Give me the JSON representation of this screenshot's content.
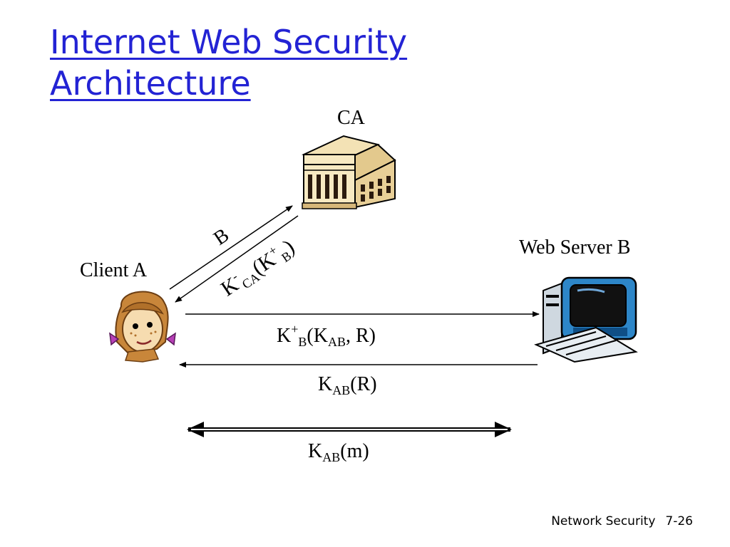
{
  "slide": {
    "title_line1": "Internet Web Security",
    "title_line2": "Architecture"
  },
  "actors": {
    "ca_label": "CA",
    "client_label": "Client  A",
    "server_label": "Web Server  B"
  },
  "messages": {
    "b_label": "B",
    "cert": {
      "k": "K",
      "minus": "-",
      "ca": "CA",
      "open": "(K",
      "plus": "+",
      "b": "B",
      "close": ")"
    },
    "key_exchange": {
      "k": "K",
      "plus": "+",
      "b": "B",
      "open": "(K",
      "ab": "AB",
      "rest": ", R)"
    },
    "nonce": {
      "k": "K",
      "ab": "AB",
      "rest": "(R)"
    },
    "data": {
      "k": "K",
      "ab": "AB",
      "rest": "(m)"
    }
  },
  "icons": {
    "ca": "building-icon",
    "client": "woman-face-icon",
    "server": "computer-icon"
  },
  "footer": {
    "course": "Network Security",
    "page": "7-26"
  }
}
